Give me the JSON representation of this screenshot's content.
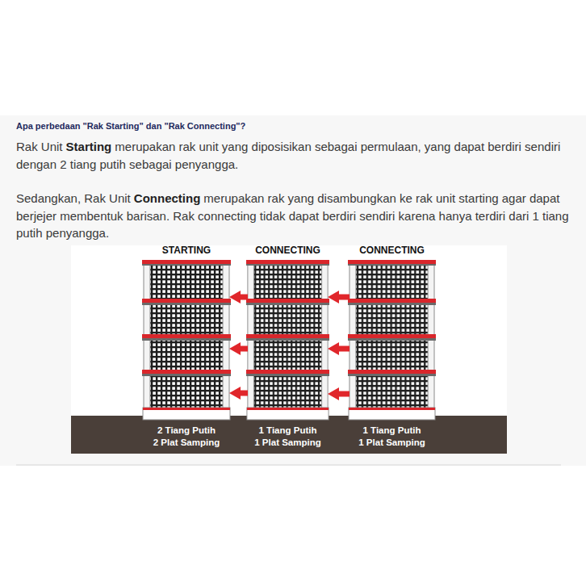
{
  "diagram": {
    "title": "Apa perbedaan \"Rak Starting\" dan \"Rak Connecting\"?",
    "nodes": [
      {
        "text": [
          "STARTING",
          "2 Tiang Putih",
          "2 Plat Samping"
        ]
      },
      {
        "text": [
          "CONNECTING",
          "1 Tiang Putih",
          "1 Plat Samping"
        ]
      },
      {
        "text": [
          "CONNECTING",
          "1 Tiang Putih",
          "1 Plat Samping"
        ]
      }
    ],
    "edges": [
      {
        "from": 1,
        "to": 0,
        "arrow": "to"
      },
      {
        "from": 1,
        "to": 0,
        "arrow": "to"
      },
      {
        "from": 1,
        "to": 0,
        "arrow": "to"
      },
      {
        "from": 2,
        "to": 1,
        "arrow": "to"
      },
      {
        "from": 2,
        "to": 1,
        "arrow": "to"
      },
      {
        "from": 2,
        "to": 1,
        "arrow": "to"
      }
    ],
    "labels": [
      "Rak Unit",
      "Starting",
      "merupakan rak unit yang diposisikan sebagai permulaan, yang dapat berdiri sendiri dengan 2 tiang putih sebagai penyangga.",
      "Sedangkan, Rak Unit",
      "Connecting",
      "merupakan rak yang disambungkan ke rak unit starting agar dapat berjejer membentuk barisan. Rak connecting tidak dapat berdiri sendiri karena hanya terdiri dari 1 tiang putih penyangga."
    ]
  }
}
